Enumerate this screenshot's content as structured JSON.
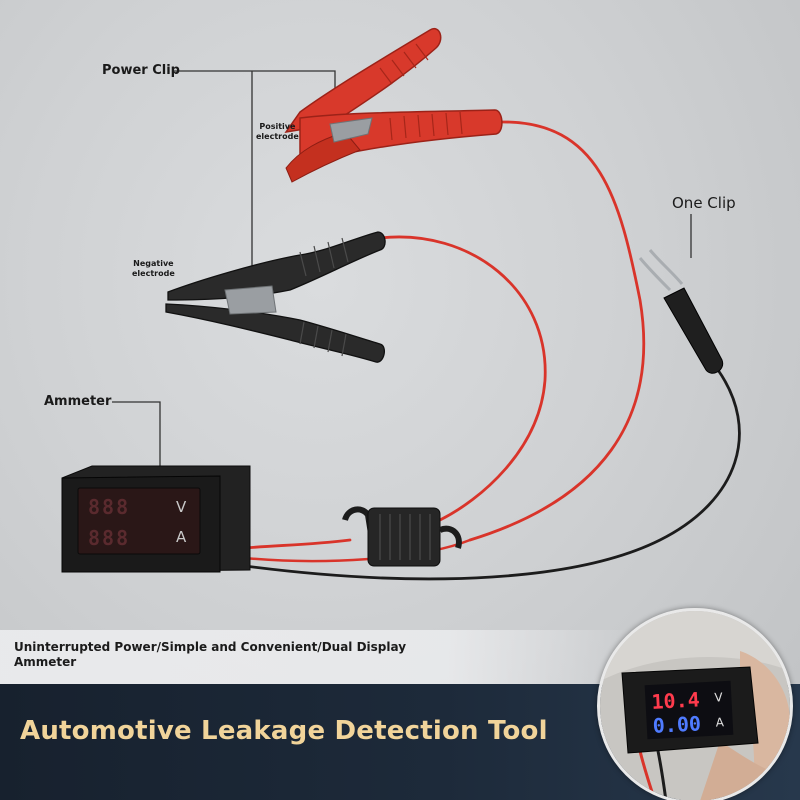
{
  "callouts": {
    "power_clip": "Power Clip",
    "positive_line1": "Positive",
    "positive_line2": "electrode",
    "negative_line1": "Negative",
    "negative_line2": "electrode",
    "one_clip": "One Clip",
    "ammeter": "Ammeter"
  },
  "meter": {
    "volt_unit": "V",
    "amp_unit": "A",
    "top_digits": "888",
    "bottom_digits": "888"
  },
  "inset_meter": {
    "voltage": "10.4",
    "current": "0.00",
    "volt_unit": "V",
    "amp_unit": "A"
  },
  "tagline": "Uninterrupted Power/Simple and Convenient/Dual Display Ammeter",
  "banner_title": "Automotive Leakage Detection Tool",
  "colors": {
    "clip_red": "#d8392b",
    "clip_black": "#2a2a2a",
    "wire_red": "#d9342a",
    "wire_black": "#1c1c1c",
    "banner_bg": "#1d2a3a",
    "banner_text": "#f1d49a",
    "digit_red": "#ff3b4d",
    "digit_blue": "#4f7bff"
  }
}
